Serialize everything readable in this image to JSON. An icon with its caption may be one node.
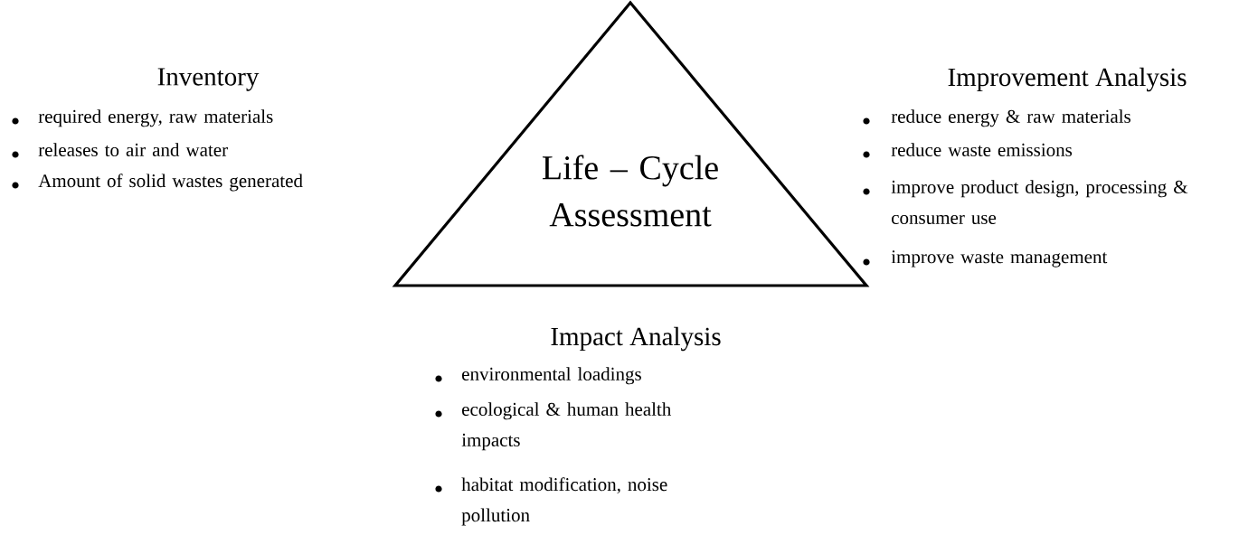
{
  "diagram": {
    "nodes": [
      {
        "text": [
          "Life – Cycle Assessment"
        ]
      }
    ],
    "labels": [
      "Inventory",
      "required energy, raw materials",
      "releases to air and water",
      "Amount of solid wastes generated",
      "Improvement Analysis",
      "reduce energy & raw materials",
      "reduce waste emissions",
      "improve product design, processing & consumer use",
      "improve waste management",
      "Impact Analysis",
      "environmental loadings",
      "ecological & human health impacts",
      "habitat modification, noise pollution"
    ]
  }
}
